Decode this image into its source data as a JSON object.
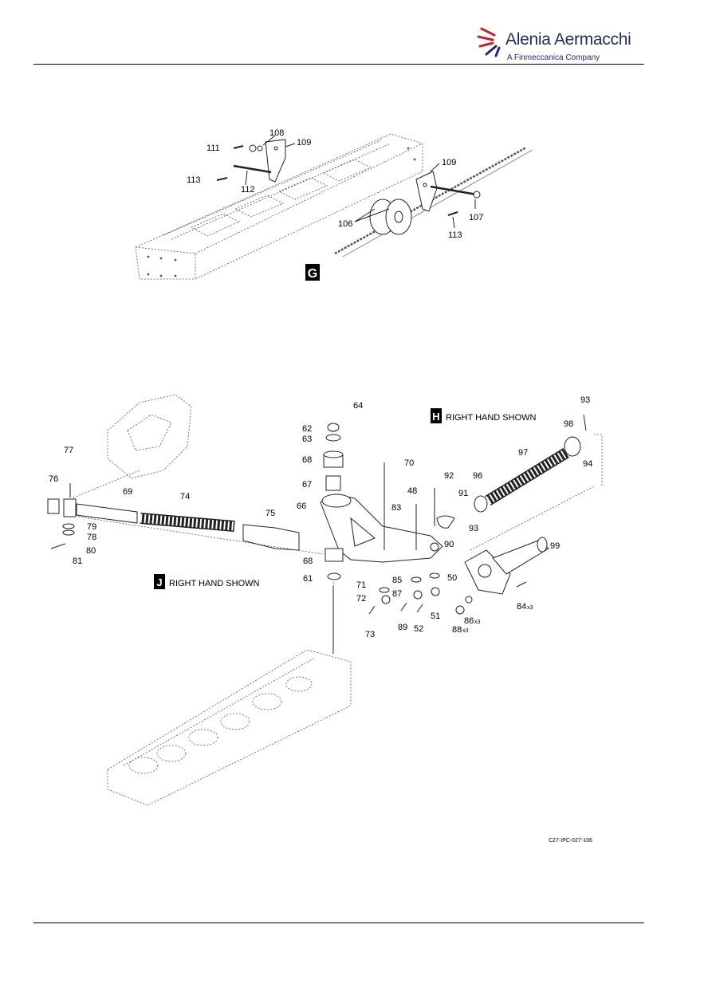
{
  "header": {
    "brand": "Alenia Aermacchi",
    "tagline": "A Finmeccanica Company"
  },
  "views": {
    "g": {
      "letter": "G"
    },
    "h": {
      "letter": "H",
      "caption": "RIGHT HAND SHOWN"
    },
    "j": {
      "letter": "J",
      "caption": "RIGHT HAND SHOWN"
    }
  },
  "callouts": {
    "c111": "111",
    "c108": "108",
    "c109a": "109",
    "c113a": "113",
    "c112": "112",
    "c109b": "109",
    "c106": "106",
    "c107": "107",
    "c113b": "113",
    "c64": "64",
    "c62": "62",
    "c63": "63",
    "c68a": "68",
    "c67": "67",
    "c66": "66",
    "c70": "70",
    "c48": "48",
    "c83": "83",
    "c92": "92",
    "c91": "91",
    "c96": "96",
    "c93a": "93",
    "c93b": "93",
    "c98": "98",
    "c97": "97",
    "c94": "94",
    "c90": "90",
    "c99": "99",
    "c77": "77",
    "c76": "76",
    "c69": "69",
    "c74": "74",
    "c75": "75",
    "c79": "79",
    "c78": "78",
    "c80": "80",
    "c81": "81",
    "c68b": "68",
    "c61": "61",
    "c71": "71",
    "c72": "72",
    "c85": "85",
    "c87": "87",
    "c50": "50",
    "c51": "51",
    "c73": "73",
    "c89": "89",
    "c52": "52",
    "c86": "86",
    "c88": "88",
    "c84": "84",
    "x3a": "x3",
    "x3b": "x3",
    "x3c": "x3"
  },
  "figure_ref": "C27-IPC-027-106"
}
